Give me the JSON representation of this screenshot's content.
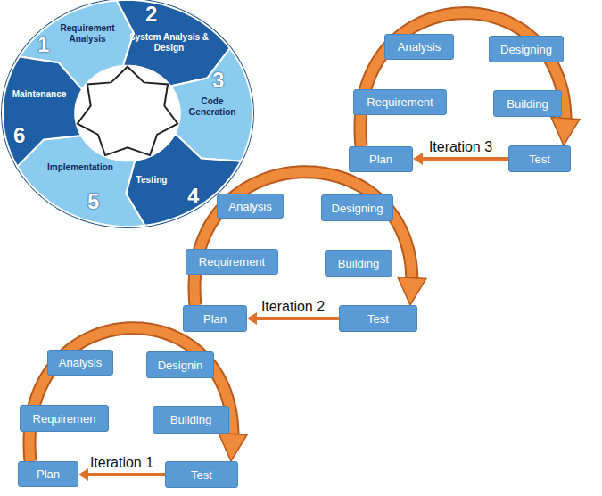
{
  "diagram": {
    "nodes": [
      {
        "text": [
          "1",
          "Requirement Analysis"
        ]
      },
      {
        "text": [
          "2",
          "System Analysis & Design"
        ]
      },
      {
        "text": [
          "3",
          "Code Generation"
        ]
      },
      {
        "text": [
          "4",
          "Testing"
        ]
      },
      {
        "text": [
          "5",
          "Implementation"
        ]
      },
      {
        "text": [
          "6",
          "Maintenance"
        ]
      },
      {
        "text": [
          "Analysis"
        ]
      },
      {
        "text": [
          "Designing"
        ]
      },
      {
        "text": [
          "Requirement"
        ]
      },
      {
        "text": [
          "Building"
        ]
      },
      {
        "text": [
          "Plan"
        ]
      },
      {
        "text": [
          "Test"
        ]
      },
      {
        "text": [
          "Analysis"
        ]
      },
      {
        "text": [
          "Designing"
        ]
      },
      {
        "text": [
          "Requirement"
        ]
      },
      {
        "text": [
          "Building"
        ]
      },
      {
        "text": [
          "Plan"
        ]
      },
      {
        "text": [
          "Test"
        ]
      },
      {
        "text": [
          "Analysis"
        ]
      },
      {
        "text": [
          "Designin"
        ]
      },
      {
        "text": [
          "Requiremen"
        ]
      },
      {
        "text": [
          "Building"
        ]
      },
      {
        "text": [
          "Plan"
        ]
      },
      {
        "text": [
          "Test"
        ]
      }
    ],
    "edges": [
      {
        "from": 10,
        "to": 11,
        "arrow": "to"
      },
      {
        "from": 11,
        "to": 10,
        "label": "Iteration 3",
        "arrow": "to"
      },
      {
        "from": 16,
        "to": 17,
        "arrow": "to"
      },
      {
        "from": 17,
        "to": 16,
        "label": "Iteration 2",
        "arrow": "to"
      },
      {
        "from": 22,
        "to": 23,
        "arrow": "to"
      },
      {
        "from": 23,
        "to": 22,
        "label": "Iteration 1",
        "arrow": "to"
      }
    ]
  }
}
